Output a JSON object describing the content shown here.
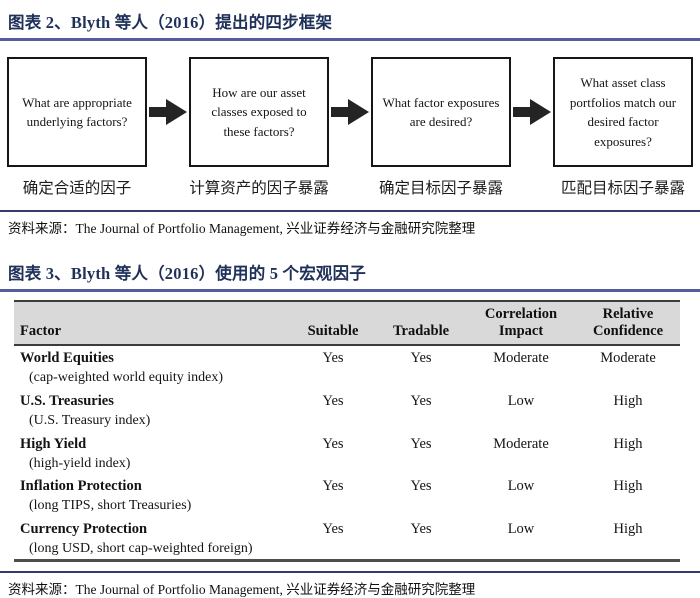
{
  "colors": {
    "title_text": "#1f3159",
    "title_rule": "#575c9e",
    "source_rule": "#353b6e",
    "table_header_bg": "#d9d9d9",
    "arrow_fill": "#242424"
  },
  "figure2": {
    "title": "图表 2、Blyth 等人（2016）提出的四步框架",
    "steps": [
      {
        "question": "What are appropriate underlying factors?",
        "label": "确定合适的因子"
      },
      {
        "question": "How are our asset classes exposed to these factors?",
        "label": "计算资产的因子暴露"
      },
      {
        "question": "What factor exposures are desired?",
        "label": "确定目标因子暴露"
      },
      {
        "question": "What asset class portfolios match our desired factor exposures?",
        "label": "匹配目标因子暴露"
      }
    ],
    "source": "资料来源：The Journal of Portfolio Management,  兴业证券经济与金融研究院整理"
  },
  "figure3": {
    "title": "图表 3、Blyth 等人（2016）使用的 5 个宏观因子",
    "table": {
      "columns": [
        "Factor",
        "Suitable",
        "Tradable",
        "Correlation Impact",
        "Relative Confidence"
      ],
      "rows": [
        {
          "factor": "World Equities",
          "detail": "(cap-weighted world equity index)",
          "suitable": "Yes",
          "tradable": "Yes",
          "correlation_impact": "Moderate",
          "relative_confidence": "Moderate"
        },
        {
          "factor": "U.S. Treasuries",
          "detail": "(U.S. Treasury index)",
          "suitable": "Yes",
          "tradable": "Yes",
          "correlation_impact": "Low",
          "relative_confidence": "High"
        },
        {
          "factor": "High Yield",
          "detail": "(high-yield index)",
          "suitable": "Yes",
          "tradable": "Yes",
          "correlation_impact": "Moderate",
          "relative_confidence": "High"
        },
        {
          "factor": "Inflation Protection",
          "detail": "(long TIPS, short Treasuries)",
          "suitable": "Yes",
          "tradable": "Yes",
          "correlation_impact": "Low",
          "relative_confidence": "High"
        },
        {
          "factor": "Currency Protection",
          "detail": "(long USD, short cap-weighted foreign)",
          "suitable": "Yes",
          "tradable": "Yes",
          "correlation_impact": "Low",
          "relative_confidence": "High"
        }
      ]
    },
    "source": "资料来源：The Journal of Portfolio Management,  兴业证券经济与金融研究院整理"
  }
}
